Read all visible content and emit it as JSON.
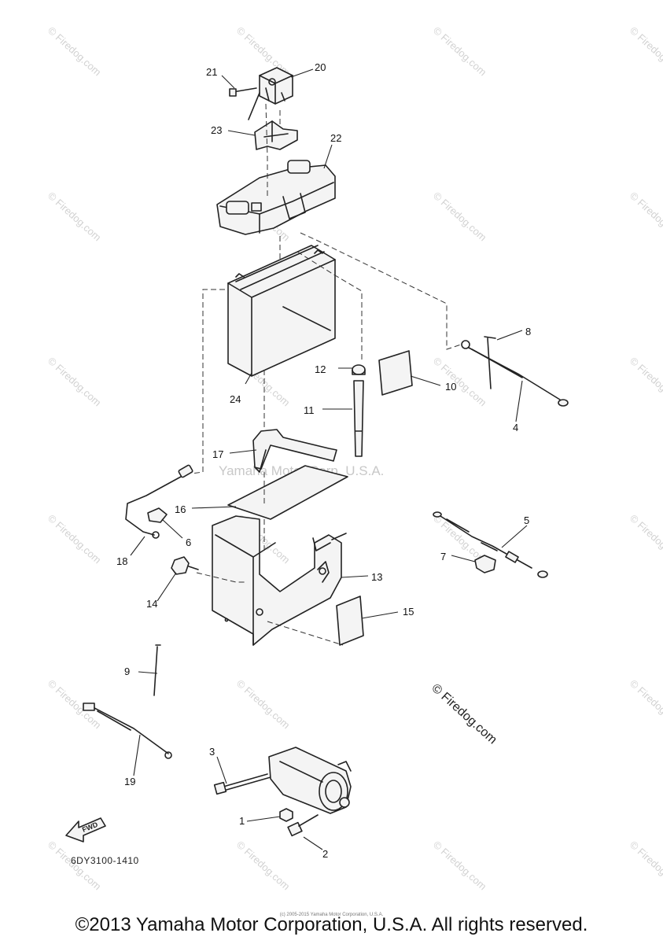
{
  "diagram": {
    "callouts": [
      "1",
      "2",
      "3",
      "4",
      "5",
      "6",
      "7",
      "8",
      "9",
      "10",
      "11",
      "12",
      "13",
      "14",
      "15",
      "16",
      "17",
      "18",
      "19",
      "20",
      "21",
      "22",
      "23",
      "24"
    ],
    "watermark": "Firedog.com",
    "corp_watermark": "Yamaha Motor Corp, U.S.A.",
    "copyright_diag": "© Firedog.com",
    "fwd_label": "FWD",
    "diagram_code": "6DY3100-1410"
  },
  "footer": {
    "tiny_text": "(c) 2005-2015 Yamaha Motor Corporation, U.S.A.",
    "copyright": "©2013 Yamaha Motor Corporation, U.S.A. All rights reserved."
  }
}
